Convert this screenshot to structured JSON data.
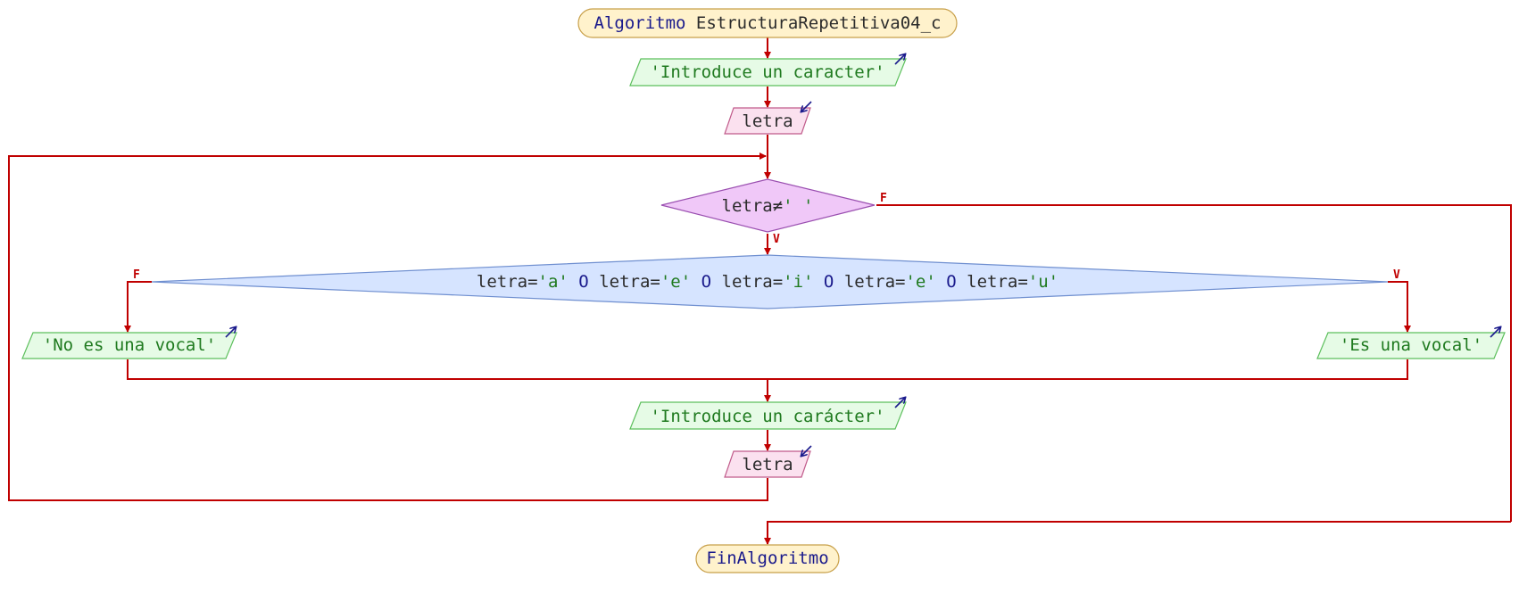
{
  "start": {
    "keyword": "Algoritmo",
    "name": "EstructuraRepetitiva04_c"
  },
  "end": {
    "keyword": "FinAlgoritmo"
  },
  "output1": {
    "text": "'Introduce un caracter'"
  },
  "input1": {
    "var": "letra"
  },
  "loop_condition": {
    "var": "letra",
    "op": "≠",
    "literal": "' '",
    "true_label": "V",
    "false_label": "F"
  },
  "if_condition": {
    "parts": [
      {
        "type": "var",
        "text": "letra"
      },
      {
        "type": "op",
        "text": "="
      },
      {
        "type": "str",
        "text": "'a'"
      },
      {
        "type": "kw",
        "text": " O "
      },
      {
        "type": "var",
        "text": "letra"
      },
      {
        "type": "op",
        "text": "="
      },
      {
        "type": "str",
        "text": "'e'"
      },
      {
        "type": "kw",
        "text": " O "
      },
      {
        "type": "var",
        "text": "letra"
      },
      {
        "type": "op",
        "text": "="
      },
      {
        "type": "str",
        "text": "'i'"
      },
      {
        "type": "kw",
        "text": " O "
      },
      {
        "type": "var",
        "text": "letra"
      },
      {
        "type": "op",
        "text": "="
      },
      {
        "type": "str",
        "text": "'e'"
      },
      {
        "type": "kw",
        "text": " O "
      },
      {
        "type": "var",
        "text": "letra"
      },
      {
        "type": "op",
        "text": "="
      },
      {
        "type": "str",
        "text": "'u'"
      }
    ],
    "true_label": "V",
    "false_label": "F"
  },
  "output_false": {
    "text": "'No es una vocal'"
  },
  "output_true": {
    "text": "'Es una vocal'"
  },
  "output2": {
    "text": "'Introduce un carácter'"
  },
  "input2": {
    "var": "letra"
  },
  "colors": {
    "edge": "#c00000",
    "terminal_fill": "#fff2cc",
    "terminal_stroke": "#c8a04a",
    "output_fill": "#e6fbe6",
    "output_stroke": "#5cbf5c",
    "input_fill": "#fbe1ef",
    "input_stroke": "#c05a8a",
    "loop_fill": "#f0c8f8",
    "loop_stroke": "#9a4fb0",
    "if_fill": "#d6e4ff",
    "if_stroke": "#6f8fd0",
    "arrow_icon": "#1a1a8c"
  }
}
